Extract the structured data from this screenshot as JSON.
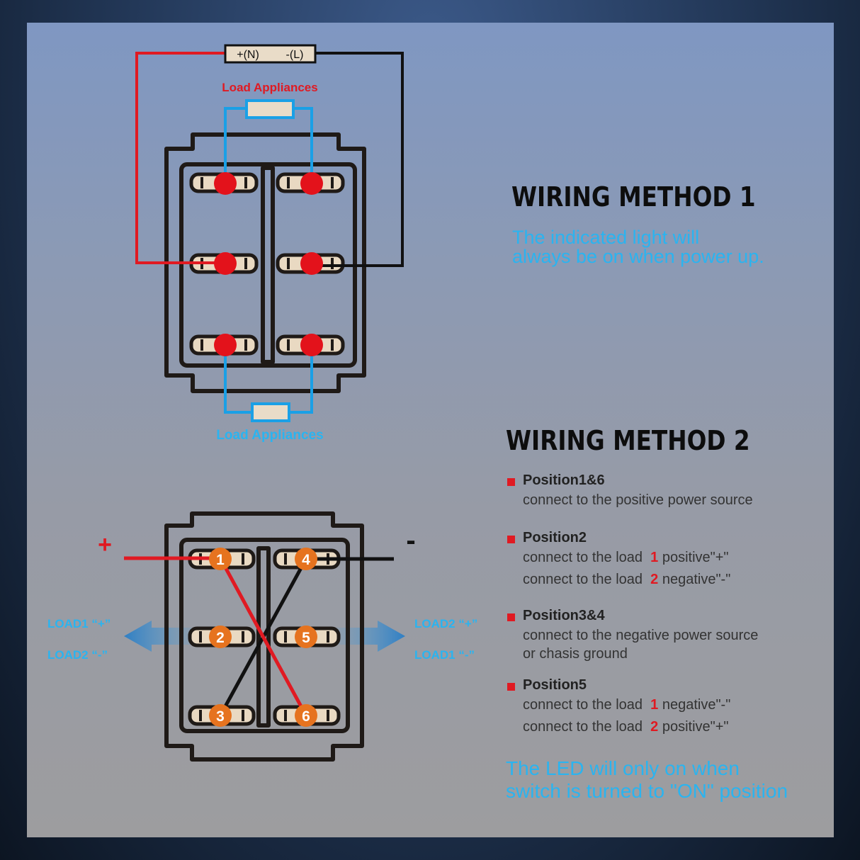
{
  "colors": {
    "accent_blue": "#2ab4f0",
    "accent_red": "#e01a22",
    "terminal_orange": "#e6731f",
    "dark": "#1a1a1a"
  },
  "method1": {
    "title": "WIRING METHOD 1",
    "note_line1": "The indicated light will",
    "note_line2": "always be on when power up.",
    "source_plus": "+(N)",
    "source_minus": "-(L)",
    "load_top": "Load Appliances",
    "load_bottom": "Load Appliances"
  },
  "method2": {
    "title": "WIRING METHOD 2",
    "plus_sign": "+",
    "minus_sign": "-",
    "left_load1": "LOAD1 “+”",
    "left_load2": "LOAD2 “-”",
    "right_load2": "LOAD2 “+”",
    "right_load1": "LOAD1 “-”",
    "terminals": [
      "1",
      "2",
      "3",
      "4",
      "5",
      "6"
    ],
    "positions": [
      {
        "title": "Position1&6",
        "lines": [
          {
            "prefix": "connect to the positive power source",
            "num": "",
            "suffix": ""
          }
        ]
      },
      {
        "title": "Position2",
        "lines": [
          {
            "prefix": "connect to the  load",
            "num": "1",
            "suffix": "positive\"+\""
          },
          {
            "prefix": "connect to the  load",
            "num": "2",
            "suffix": "negative\"-\""
          }
        ]
      },
      {
        "title": "Position3&4",
        "lines": [
          {
            "prefix": "connect to the negative power source",
            "num": "",
            "suffix": ""
          },
          {
            "prefix": "or chasis ground",
            "num": "",
            "suffix": ""
          }
        ]
      },
      {
        "title": "Position5",
        "lines": [
          {
            "prefix": "connect to the  load",
            "num": "1",
            "suffix": "negative\"-\""
          },
          {
            "prefix": "connect to the  load",
            "num": "2",
            "suffix": "positive\"+\""
          }
        ]
      }
    ],
    "led_note_line1": "The LED will only on when",
    "led_note_line2": "switch is turned to \"ON\" position"
  }
}
